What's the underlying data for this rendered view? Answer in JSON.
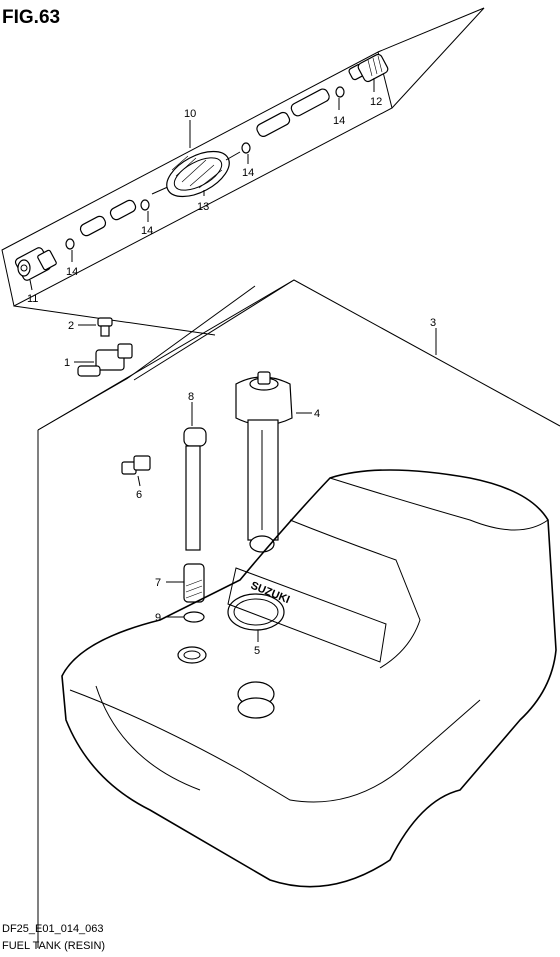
{
  "figure": {
    "title": "FIG.63",
    "code": "DF25_E01_014_063",
    "caption": "FUEL TANK (RESIN)"
  },
  "callouts": [
    {
      "id": "c1",
      "label": "1"
    },
    {
      "id": "c2",
      "label": "2"
    },
    {
      "id": "c3",
      "label": "3"
    },
    {
      "id": "c4",
      "label": "4"
    },
    {
      "id": "c5",
      "label": "5"
    },
    {
      "id": "c6",
      "label": "6"
    },
    {
      "id": "c7",
      "label": "7"
    },
    {
      "id": "c8",
      "label": "8"
    },
    {
      "id": "c9",
      "label": "9"
    },
    {
      "id": "c10",
      "label": "10"
    },
    {
      "id": "c11",
      "label": "11"
    },
    {
      "id": "c12",
      "label": "12"
    },
    {
      "id": "c13",
      "label": "13"
    },
    {
      "id": "c14a",
      "label": "14"
    },
    {
      "id": "c14b",
      "label": "14"
    },
    {
      "id": "c14c",
      "label": "14"
    },
    {
      "id": "c14d",
      "label": "14"
    }
  ],
  "tank_lettering": "SUZUKI"
}
